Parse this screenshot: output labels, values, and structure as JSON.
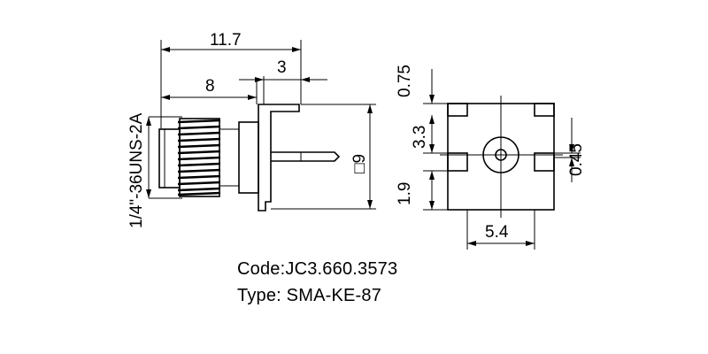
{
  "dimensions": {
    "overall_length": "11.7",
    "body_length": "8",
    "pin_length": "3",
    "thread": "1/4\"-36UNS-2A",
    "pin_square": "□9",
    "top_offset": "0.75",
    "upper_height": "3.3",
    "lower_height": "1.9",
    "pin_width": "0.45",
    "base_width": "5.4"
  },
  "caption": {
    "code": "Code:JC3.660.3573",
    "type": "Type: SMA-KE-87"
  }
}
